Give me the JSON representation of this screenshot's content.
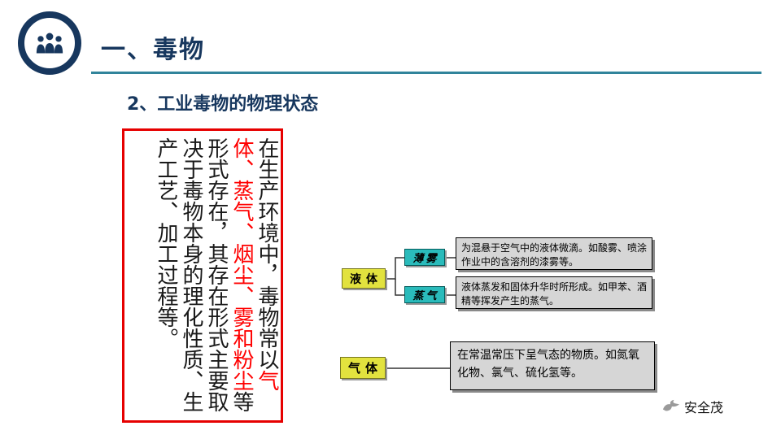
{
  "header": {
    "title": "一、毒物"
  },
  "subtitle": "2、工业毒物的物理状态",
  "paragraph": {
    "pre": "在生产环境中，毒物常以",
    "highlight": "气体、蒸气、烟尘、雾和粉尘",
    "post": "等形式存在，其存在形式主要取决于毒物本身的理化性质、生产工艺、加工过程等。"
  },
  "diagram": {
    "liquid_label": "液体",
    "branches": [
      {
        "label": "薄雾",
        "desc": "为混悬于空气中的液体微滴。如酸雾、喷涂作业中的含溶剂的漆雾等。"
      },
      {
        "label": "蒸气",
        "desc": "液体蒸发和固体升华时所形成。如甲苯、酒精等挥发产生的蒸气。"
      }
    ],
    "gas_label": "气体",
    "gas_desc": "在常温常压下呈气态的物质。如氮氧化物、氯气、硫化氢等。"
  },
  "footer": {
    "brand": "安全茂"
  },
  "icons": {
    "header_logo": "people-group-icon",
    "footer_logo": "dove-icon"
  },
  "colors": {
    "title_navy": "#17375E",
    "rule_teal": "#31849B",
    "highlight_red": "#FF0000",
    "panel_border_red": "#E60000",
    "node_yellow": "#E2E23E",
    "node_cyan": "#2ABBBB",
    "desc_gray": "#D6D6D6"
  }
}
